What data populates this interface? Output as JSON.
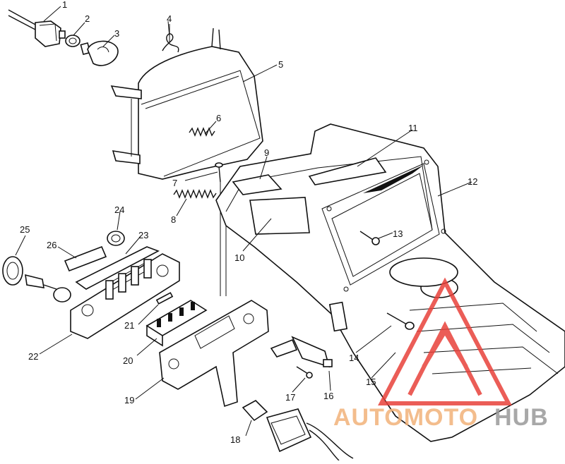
{
  "callouts": [
    {
      "id": "c1",
      "label": "1"
    },
    {
      "id": "c2",
      "label": "2"
    },
    {
      "id": "c3",
      "label": "3"
    },
    {
      "id": "c4",
      "label": "4"
    },
    {
      "id": "c5",
      "label": "5"
    },
    {
      "id": "c6",
      "label": "6"
    },
    {
      "id": "c7",
      "label": "7"
    },
    {
      "id": "c8",
      "label": "8"
    },
    {
      "id": "c9",
      "label": "9"
    },
    {
      "id": "c10",
      "label": "10"
    },
    {
      "id": "c11",
      "label": "11"
    },
    {
      "id": "c12",
      "label": "12"
    },
    {
      "id": "c13",
      "label": "13"
    },
    {
      "id": "c14",
      "label": "14"
    },
    {
      "id": "c15",
      "label": "15"
    },
    {
      "id": "c16",
      "label": "16"
    },
    {
      "id": "c17",
      "label": "17"
    },
    {
      "id": "c18",
      "label": "18"
    },
    {
      "id": "c19",
      "label": "19"
    },
    {
      "id": "c20",
      "label": "20"
    },
    {
      "id": "c21",
      "label": "21"
    },
    {
      "id": "c22",
      "label": "22"
    },
    {
      "id": "c23",
      "label": "23"
    },
    {
      "id": "c24",
      "label": "24"
    },
    {
      "id": "c25",
      "label": "25"
    },
    {
      "id": "c26",
      "label": "26"
    }
  ],
  "watermark": {
    "text_part1": "AUTOMOTO",
    "text_part2": "HUB",
    "color_part1": "#f2b27a",
    "color_part2": "#9a9a9a",
    "logo_color": "#e8413a"
  }
}
